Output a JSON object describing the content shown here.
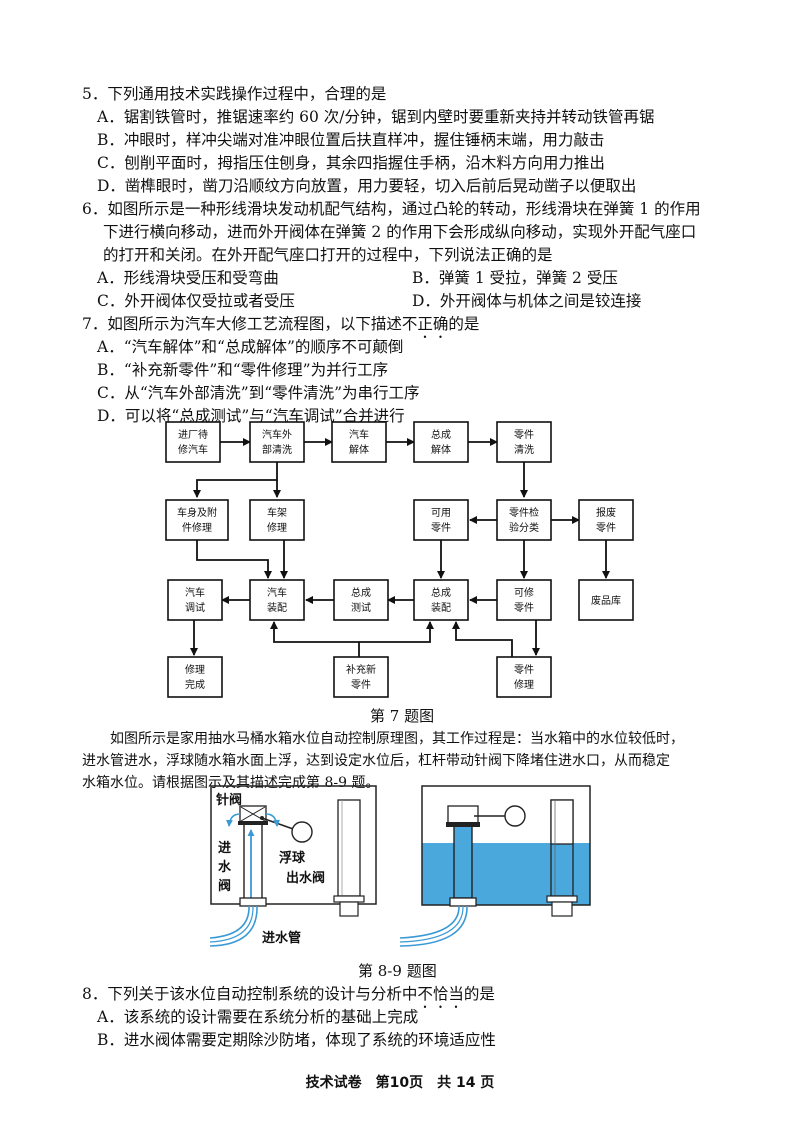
{
  "q5": {
    "stem": "5．下列通用技术实践操作过程中，合理的是",
    "A": "A．锯割铁管时，推锯速率约 60 次/分钟，锯到内壁时要重新夹持并转动铁管再锯",
    "B": "B．冲眼时，样冲尖端对准冲眼位置后扶直样冲，握住锤柄末端，用力敲击",
    "C": "C．刨削平面时，拇指压住刨身，其余四指握住手柄，沿木料方向用力推出",
    "D": "D．凿榫眼时，凿刀沿顺纹方向放置，用力要轻，切入后前后晃动凿子以便取出"
  },
  "q6": {
    "stem_line1": "6．如图所示是一种形线滑块发动机配气结构，通过凸轮的转动，形线滑块在弹簧 1 的作用",
    "stem_line2": "下进行横向移动，进而外开阀体在弹簧 2 的作用下会形成纵向移动，实现外开配气座口",
    "stem_line3": "的打开和关闭。在外开配气座口打开的过程中，下列说法正确的是",
    "A": "A．形线滑块受压和受弯曲",
    "B": "B．弹簧 1 受拉，弹簧 2 受压",
    "C": "C．外开阀体仅受拉或者受压",
    "D": "D．外开阀体与机体之间是铰连接"
  },
  "q7": {
    "stem_pre": "7．如图所示为汽车大修工艺流程图，以下描述不",
    "stem_dot": "正确",
    "stem_post": "的是",
    "A": "A．“汽车解体”和“总成解体”的顺序不可颠倒",
    "B": "B．“补充新零件”和“零件修理”为并行工序",
    "C": "C．从“汽车外部清洗”到“零件清洗”为串行工序",
    "D": "D．可以将“总成测试”与“汽车调试”合并进行",
    "caption": "第 7 题图"
  },
  "flow": {
    "n1": [
      "进厂待",
      "修汽车"
    ],
    "n2": [
      "汽车外",
      "部清洗"
    ],
    "n3": [
      "汽车",
      "解体"
    ],
    "n4": [
      "总成",
      "解体"
    ],
    "n5": [
      "零件",
      "清洗"
    ],
    "n6": [
      "车身及附",
      "件修理"
    ],
    "n7": [
      "车架",
      "修理"
    ],
    "n8": [
      "可用",
      "零件"
    ],
    "n9": [
      "零件检",
      "验分类"
    ],
    "n10": [
      "报废",
      "零件"
    ],
    "n11": [
      "汽车",
      "调试"
    ],
    "n12": [
      "汽车",
      "装配"
    ],
    "n13": [
      "总成",
      "测试"
    ],
    "n14": [
      "总成",
      "装配"
    ],
    "n15": [
      "可修",
      "零件"
    ],
    "n16": [
      "废品库"
    ],
    "n17": [
      "修理",
      "完成"
    ],
    "n18": [
      "补充新",
      "零件"
    ],
    "n19": [
      "零件",
      "修理"
    ]
  },
  "intro": {
    "line1": "如图所示是家用抽水马桶水箱水位自动控制原理图，其工作过程是：当水箱中的水位较低时，",
    "line2": "进水管进水，浮球随水箱水面上浮，达到设定水位后，杠杆带动针阀下降堵住进水口，从而稳定",
    "line3": "水箱水位。请根据图示及其描述完成第 8-9 题。"
  },
  "tank": {
    "needle_valve": "针阀",
    "inlet_valve": [
      "进",
      "水",
      "阀"
    ],
    "float": "浮球",
    "outlet_valve": "出水阀",
    "inlet_pipe": "进水管",
    "caption": "第 8-9 题图",
    "water_color": "#4aa8dc"
  },
  "q8": {
    "stem_pre": "8．下列关于该水位自动控制系统的设计与分析中",
    "stem_dot": "不恰当",
    "stem_post": "的是",
    "A": "A．该系统的设计需要在系统分析的基础上完成",
    "B": "B．进水阀体需要定期除沙防堵，体现了系统的环境适应性"
  },
  "footer": "技术试卷　第10页　共 14 页"
}
